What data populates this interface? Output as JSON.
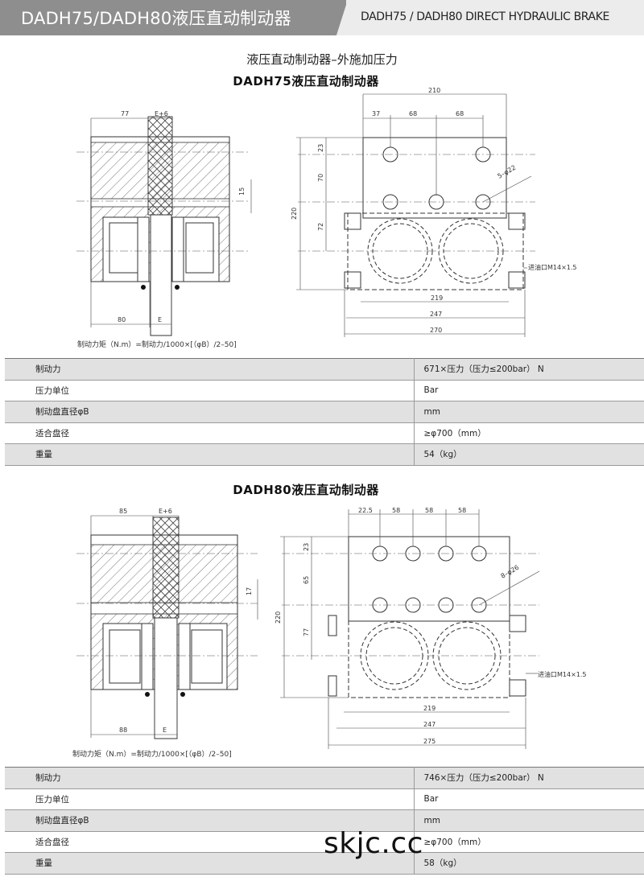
{
  "header": {
    "title_cn": "DADH75/DADH80液压直动制动器",
    "title_en": "DADH75 / DADH80 DIRECT HYDRAULIC BRAKE"
  },
  "subtitle": "液压直动制动器–外施加压力",
  "sections": [
    {
      "title": "DADH75液压直动制动器",
      "side_dims": {
        "top_a": "77",
        "top_b": "E+6",
        "gap": "15",
        "bottom_a": "80",
        "bottom_b": "E"
      },
      "front_dims": {
        "width": "210",
        "d1": "37",
        "d2": "68",
        "d3": "68",
        "v1": "23",
        "v2": "70",
        "v3": "72",
        "height": "220",
        "holes": "5–φ22",
        "port": "进油口M14×1.5",
        "w1": "219",
        "w2": "247",
        "w3": "270"
      },
      "formula": "制动力矩（N.m）=制动力/1000×[（φB）/2–50]",
      "table": [
        {
          "k": "制动力",
          "v": "671×压力（压力≤200bar） N"
        },
        {
          "k": "压力单位",
          "v": "Bar"
        },
        {
          "k": "制动盘直径φB",
          "v": "mm"
        },
        {
          "k": "适合盘径",
          "v": "≥φ700（mm）"
        },
        {
          "k": "重量",
          "v": "54（kg）"
        }
      ]
    },
    {
      "title": "DADH80液压直动制动器",
      "side_dims": {
        "top_a": "85",
        "top_b": "E+6",
        "gap": "17",
        "bottom_a": "88",
        "bottom_b": "E"
      },
      "front_dims": {
        "d1": "22.5",
        "d2": "58",
        "d3": "58",
        "d4": "58",
        "v1": "23",
        "v2": "65",
        "v3": "77",
        "height": "220",
        "holes": "8–φ26",
        "port": "进油口M14×1.5",
        "w1": "219",
        "w2": "247",
        "w3": "275"
      },
      "formula": "制动力矩（N.m）=制动力/1000×[（φB）/2–50]",
      "table": [
        {
          "k": "制动力",
          "v": "746×压力（压力≤200bar） N"
        },
        {
          "k": "压力单位",
          "v": "Bar"
        },
        {
          "k": "制动盘直径φB",
          "v": "mm"
        },
        {
          "k": "适合盘径",
          "v": "≥φ700（mm）"
        },
        {
          "k": "重量",
          "v": "58（kg）"
        }
      ]
    }
  ],
  "watermark": "skjc.cc",
  "colors": {
    "header_dark": "#8e8e8e",
    "header_light": "#ececec",
    "row_shade": "#e1e1e1"
  }
}
